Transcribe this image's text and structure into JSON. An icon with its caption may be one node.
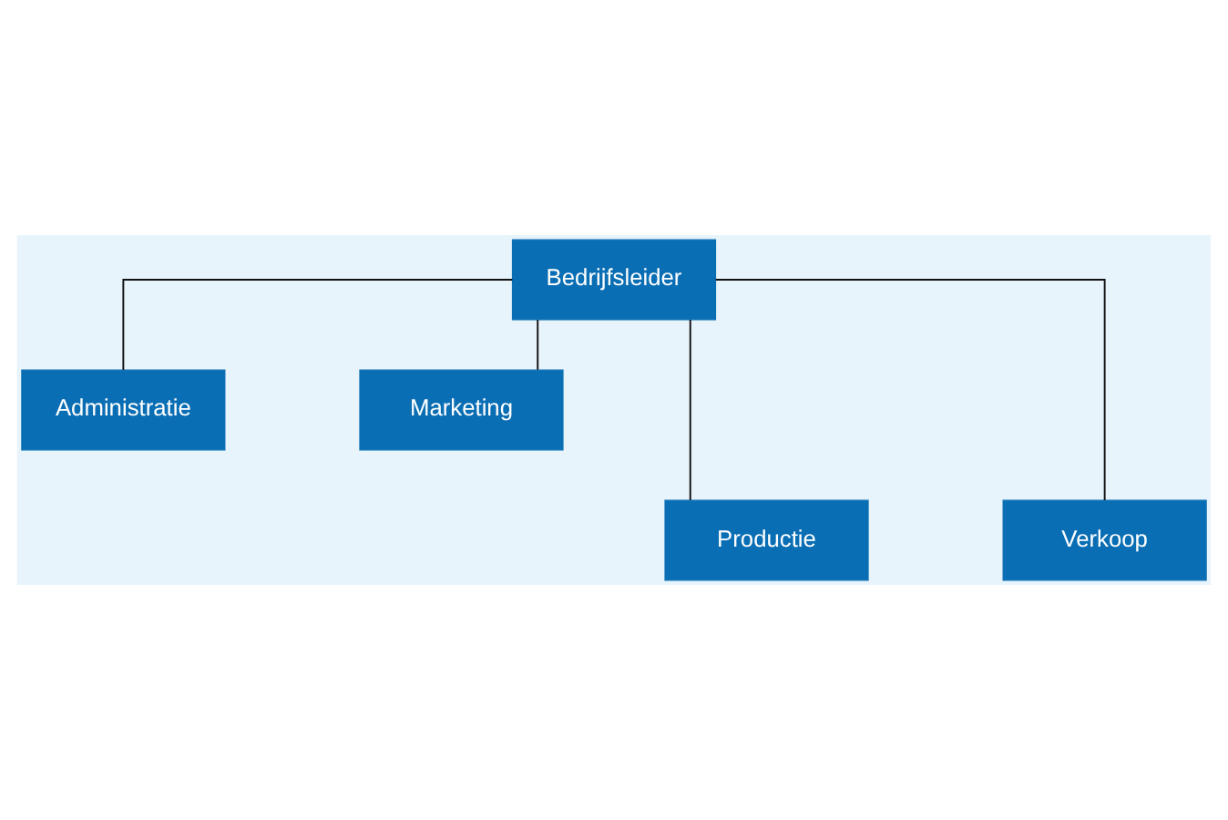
{
  "diagram": {
    "nodes": [
      {
        "text": [
          "Bedrijfsleider"
        ]
      },
      {
        "text": [
          "Administratie"
        ]
      },
      {
        "text": [
          "Marketing"
        ]
      },
      {
        "text": [
          "Productie"
        ]
      },
      {
        "text": [
          "Verkoop"
        ]
      }
    ],
    "edges": [
      {
        "from": 0,
        "to": 1,
        "arrow": "none"
      },
      {
        "from": 0,
        "to": 2,
        "arrow": "none"
      },
      {
        "from": 0,
        "to": 3,
        "arrow": "none"
      },
      {
        "from": 0,
        "to": 4,
        "arrow": "none"
      }
    ]
  }
}
